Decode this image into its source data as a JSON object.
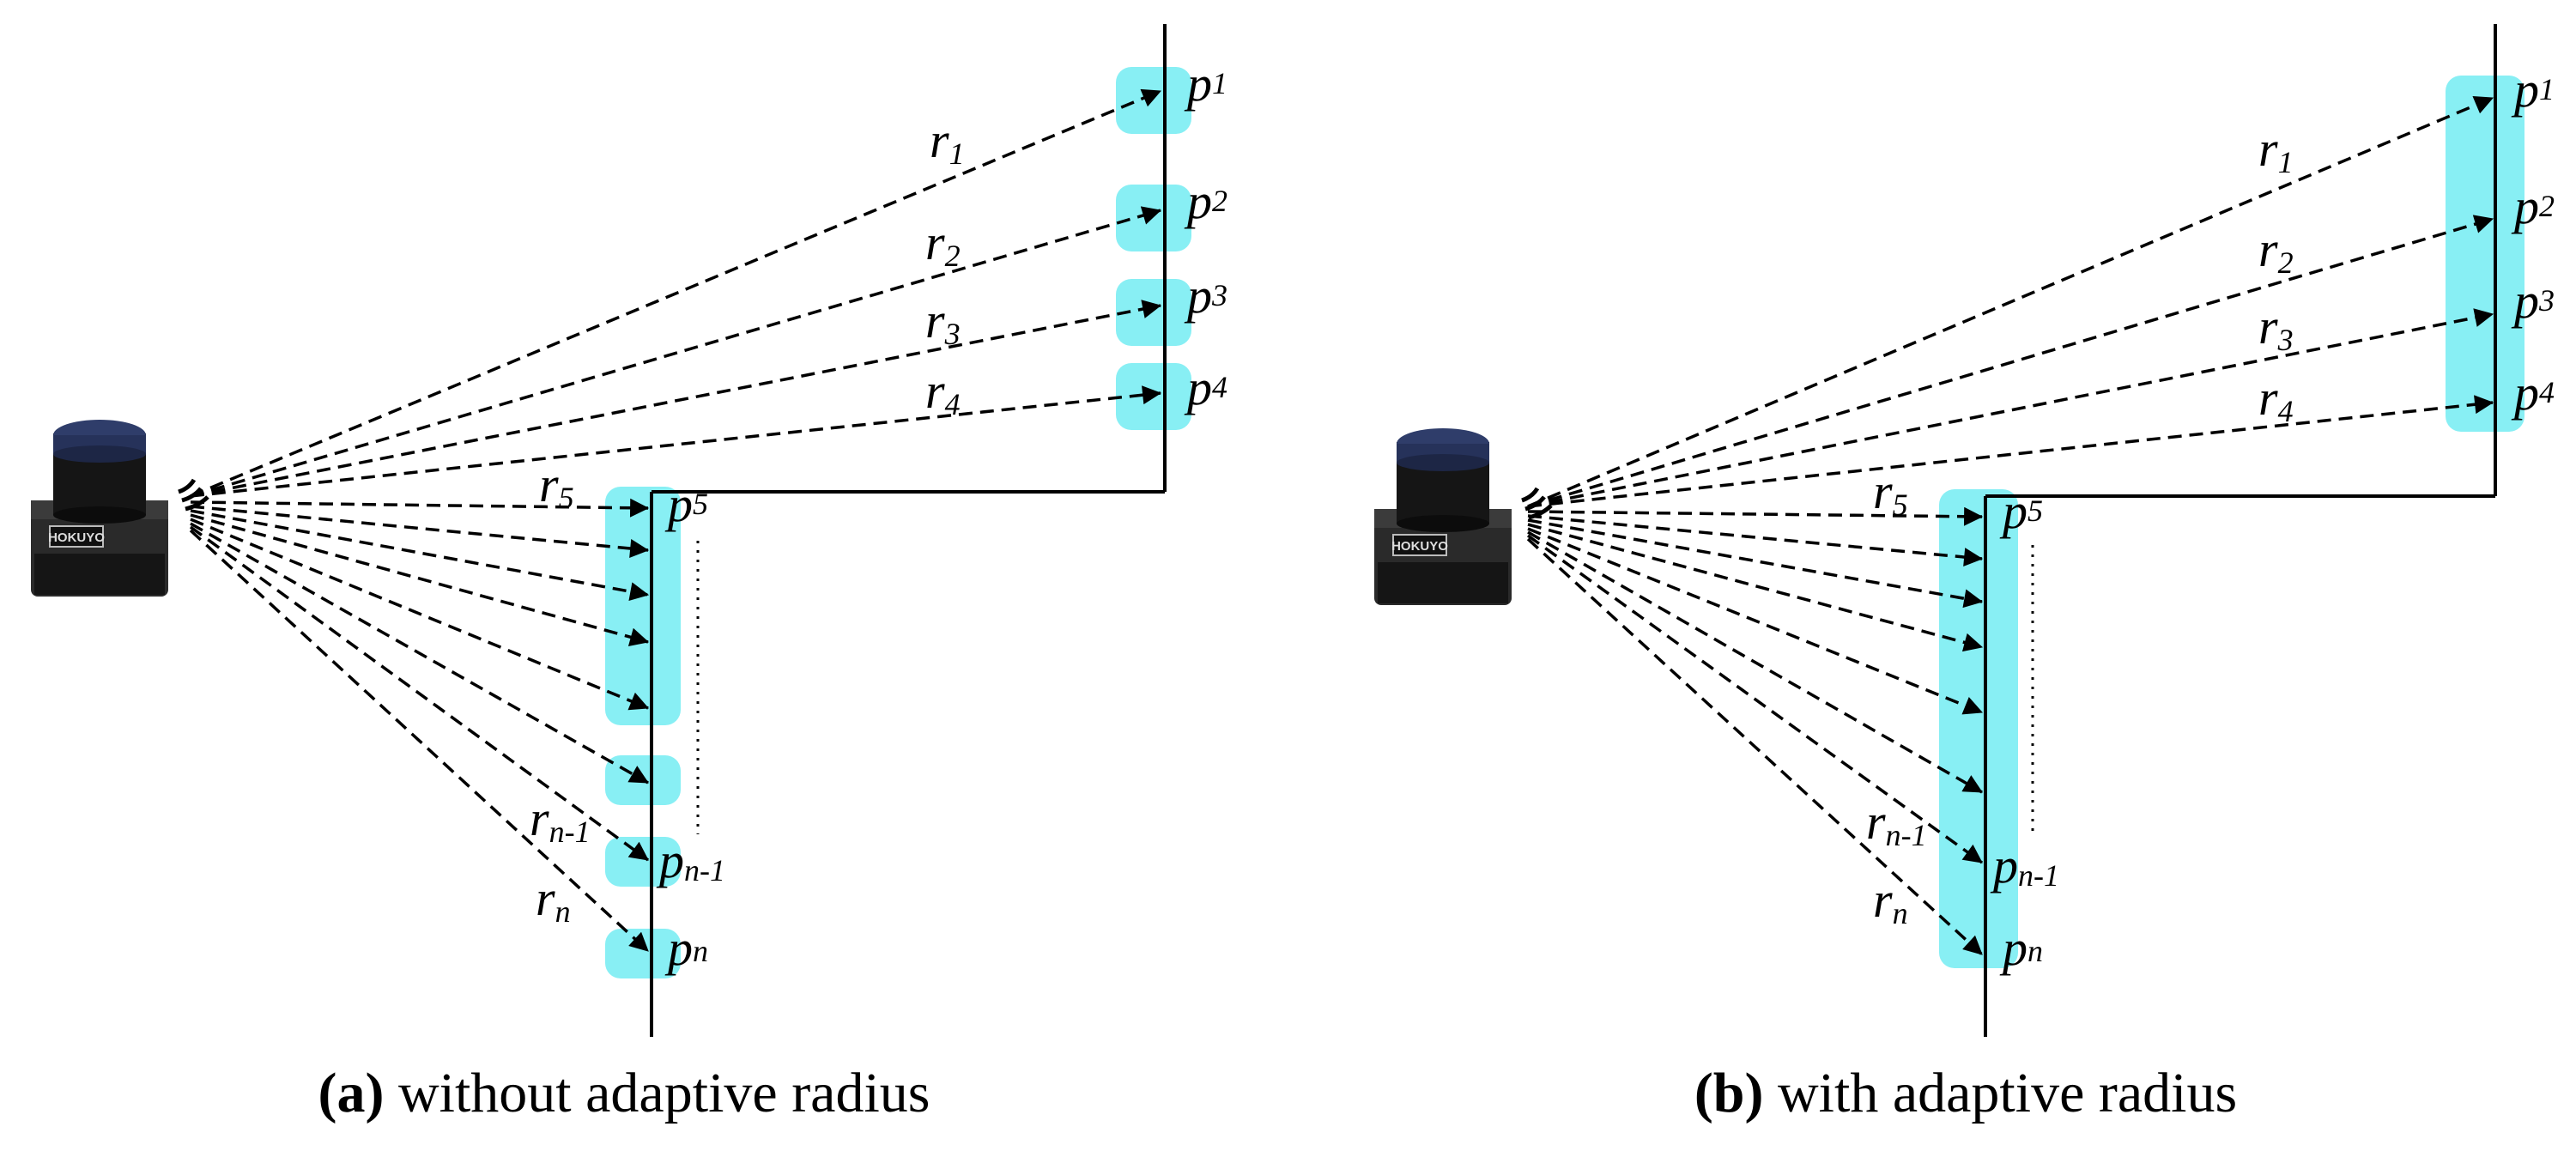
{
  "colors": {
    "highlight": "#88EFF4",
    "line": "#000000",
    "background": "#FFFFFF"
  },
  "icons": {
    "sensor": "lidar-sensor-icon",
    "sensor_logo": "HOKUYO"
  },
  "panels": [
    {
      "id": "a",
      "caption_letter": "(a)",
      "caption_text": "without adaptive radius",
      "rays": [
        {
          "base": "r",
          "sub": "1"
        },
        {
          "base": "r",
          "sub": "2"
        },
        {
          "base": "r",
          "sub": "3"
        },
        {
          "base": "r",
          "sub": "4"
        },
        {
          "base": "r",
          "sub": "5"
        },
        {
          "base": "r",
          "sub": "n-1"
        },
        {
          "base": "r",
          "sub": "n"
        }
      ],
      "points": [
        {
          "base": "p",
          "sub": "1"
        },
        {
          "base": "p",
          "sub": "2"
        },
        {
          "base": "p",
          "sub": "3"
        },
        {
          "base": "p",
          "sub": "4"
        },
        {
          "base": "p",
          "sub": "5"
        },
        {
          "base": "p",
          "sub": "n-1"
        },
        {
          "base": "p",
          "sub": "n"
        }
      ]
    },
    {
      "id": "b",
      "caption_letter": "(b)",
      "caption_text": "with adaptive radius",
      "rays": [
        {
          "base": "r",
          "sub": "1"
        },
        {
          "base": "r",
          "sub": "2"
        },
        {
          "base": "r",
          "sub": "3"
        },
        {
          "base": "r",
          "sub": "4"
        },
        {
          "base": "r",
          "sub": "5"
        },
        {
          "base": "r",
          "sub": "n-1"
        },
        {
          "base": "r",
          "sub": "n"
        }
      ],
      "points": [
        {
          "base": "p",
          "sub": "1"
        },
        {
          "base": "p",
          "sub": "2"
        },
        {
          "base": "p",
          "sub": "3"
        },
        {
          "base": "p",
          "sub": "4"
        },
        {
          "base": "p",
          "sub": "5"
        },
        {
          "base": "p",
          "sub": "n-1"
        },
        {
          "base": "p",
          "sub": "n"
        }
      ]
    }
  ]
}
